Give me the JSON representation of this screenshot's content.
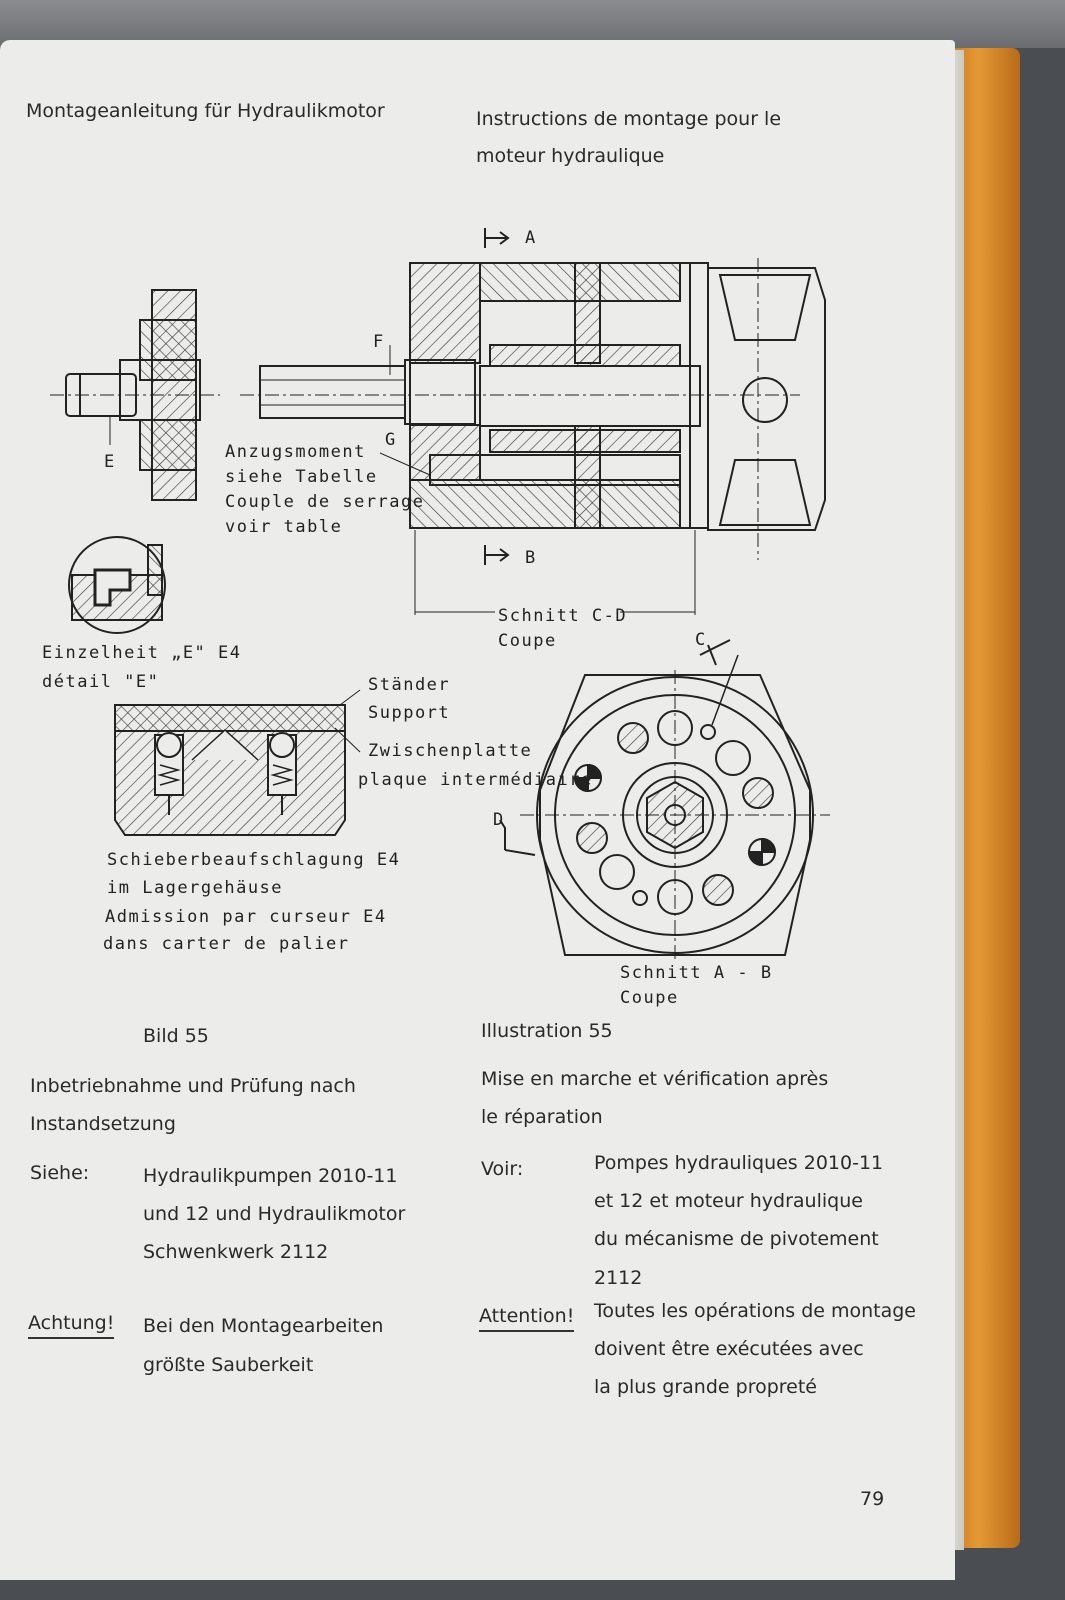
{
  "header": {
    "left_title": "Montageanleitung für Hydraulikmotor",
    "right_title_line1": "Instructions de montage pour le",
    "right_title_line2": "moteur hydraulique"
  },
  "drawing_labels": {
    "section_a": "A",
    "section_b": "B",
    "marker_f": "F",
    "marker_g": "G",
    "marker_e": "E",
    "marker_c": "C",
    "marker_d": "D",
    "torque_de_1": "Anzugsmoment",
    "torque_de_2": "siehe Tabelle",
    "torque_fr_1": "Couple de serrage",
    "torque_fr_2": "voir table",
    "section_cd": "Schnitt C-D",
    "section_cd_fr": "Coupe",
    "detail_de": "Einzelheit „E\" E4",
    "detail_fr": "détail \"E\"",
    "staender": "Ständer",
    "support": "Support",
    "zwischenplatte": "Zwischenplatte",
    "plaque": "plaque intermédiaire",
    "slide_de_1": "Schieberbeaufschlagung E4",
    "slide_de_2": "im Lagergehäuse",
    "slide_fr_1": "Admission par curseur E4",
    "slide_fr_2": "dans carter de palier",
    "section_ab": "Schnitt A - B",
    "section_ab_fr": "Coupe"
  },
  "captions": {
    "de": "Bild 55",
    "fr": "Illustration 55"
  },
  "commissioning": {
    "de_line1": "Inbetriebnahme und Prüfung nach",
    "de_line2": "Instandsetzung",
    "fr_line1": "Mise en marche et vérification après",
    "fr_line2": "le réparation"
  },
  "references": {
    "de_label": "Siehe:",
    "de_line1": "Hydraulikpumpen 2010-11",
    "de_line2": "und 12 und Hydraulikmotor",
    "de_line3": "Schwenkwerk 2112",
    "fr_label": "Voir:",
    "fr_line1": "Pompes hydrauliques 2010-11",
    "fr_line2": "et 12 et moteur hydraulique",
    "fr_line3": "du mécanisme de pivotement",
    "fr_line4": "2112"
  },
  "warning": {
    "de_label": "Achtung!",
    "de_line1": "Bei den Montagearbeiten",
    "de_line2": "größte Sauberkeit",
    "fr_label": "Attention!",
    "fr_line1": "Toutes les opérations de montage",
    "fr_line2": "doivent être exécutées avec",
    "fr_line3": "la plus grande propreté"
  },
  "page_number": "79",
  "colors": {
    "paper": "#ecedea",
    "ink": "#2a2a2a",
    "cover_edge": "#e59a34"
  }
}
